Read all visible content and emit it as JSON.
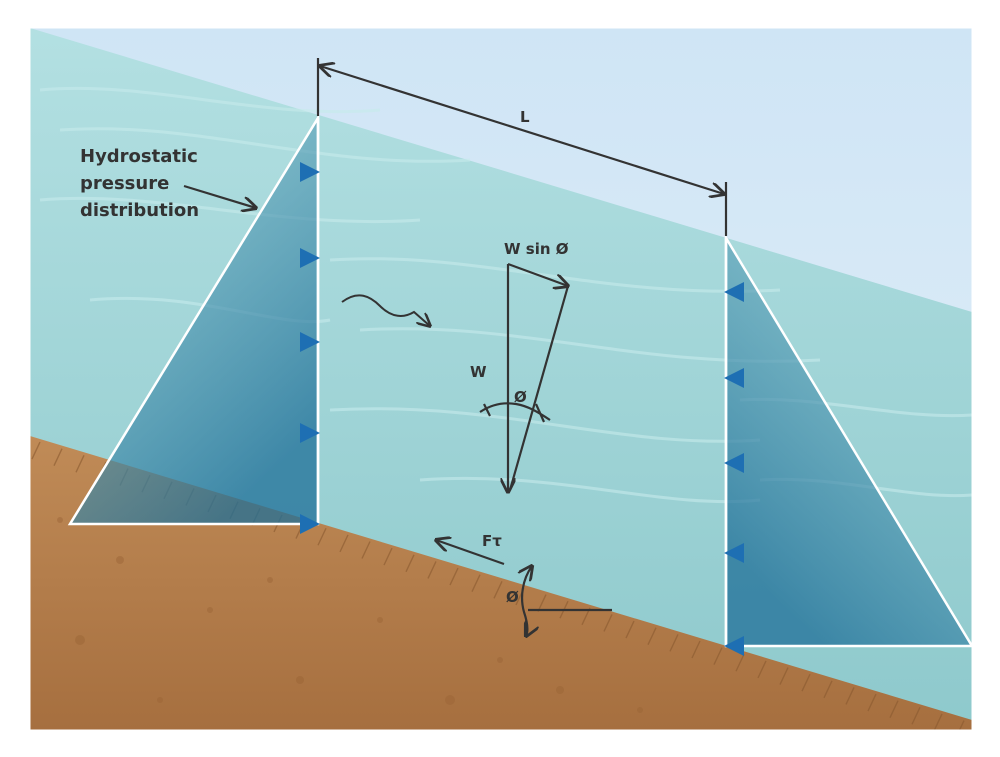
{
  "labels": {
    "hydrostatic_line1": "Hydrostatic",
    "hydrostatic_line2": "pressure",
    "hydrostatic_line3": "distribution",
    "length": "L",
    "w_sin_phi": "W sin Ø",
    "weight": "W",
    "phi_top": "Ø",
    "friction": "Fτ",
    "phi_bottom": "Ø"
  },
  "colors": {
    "sky": "#d6e8f6",
    "water": "#a7d8da",
    "soil": "#b7824f",
    "arrow": "#1e6fb3",
    "line": "#333333"
  }
}
